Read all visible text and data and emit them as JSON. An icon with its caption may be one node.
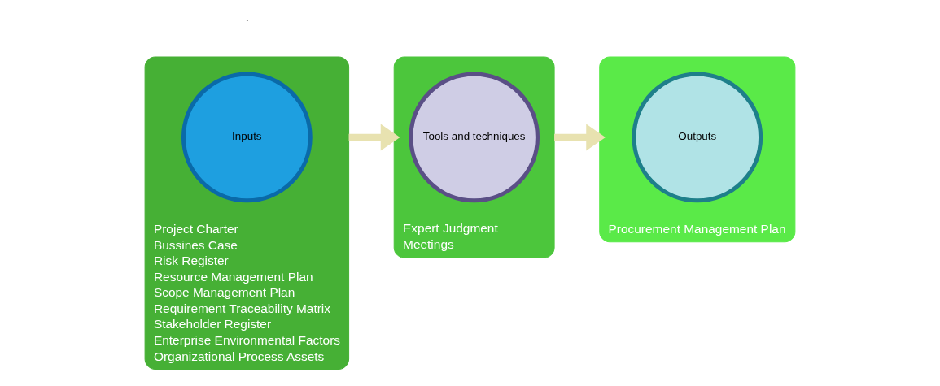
{
  "diagram": {
    "nodes": [
      {
        "text": [
          "Project Charter",
          "Bussines Case",
          "Risk Register",
          "Resource Management Plan",
          "Scope Management Plan",
          "Requirement Traceability Matrix",
          "Stakeholder Register",
          "Enterprise Environmental Factors",
          "Organizational Process Assets"
        ]
      },
      {
        "text": [
          "Inputs"
        ],
        "in": 0
      },
      {
        "text": [
          "Expert Judgment",
          "Meetings"
        ]
      },
      {
        "text": [
          "Tools and techniques"
        ],
        "in": 2
      },
      {
        "text": [
          "Procurement Management Plan"
        ]
      },
      {
        "text": [
          "Outputs"
        ],
        "in": 4
      }
    ],
    "edges": [
      {
        "from": 0,
        "to": 2,
        "arrow": "to"
      },
      {
        "from": 2,
        "to": 4,
        "arrow": "to"
      }
    ],
    "labels": [
      "`"
    ]
  }
}
